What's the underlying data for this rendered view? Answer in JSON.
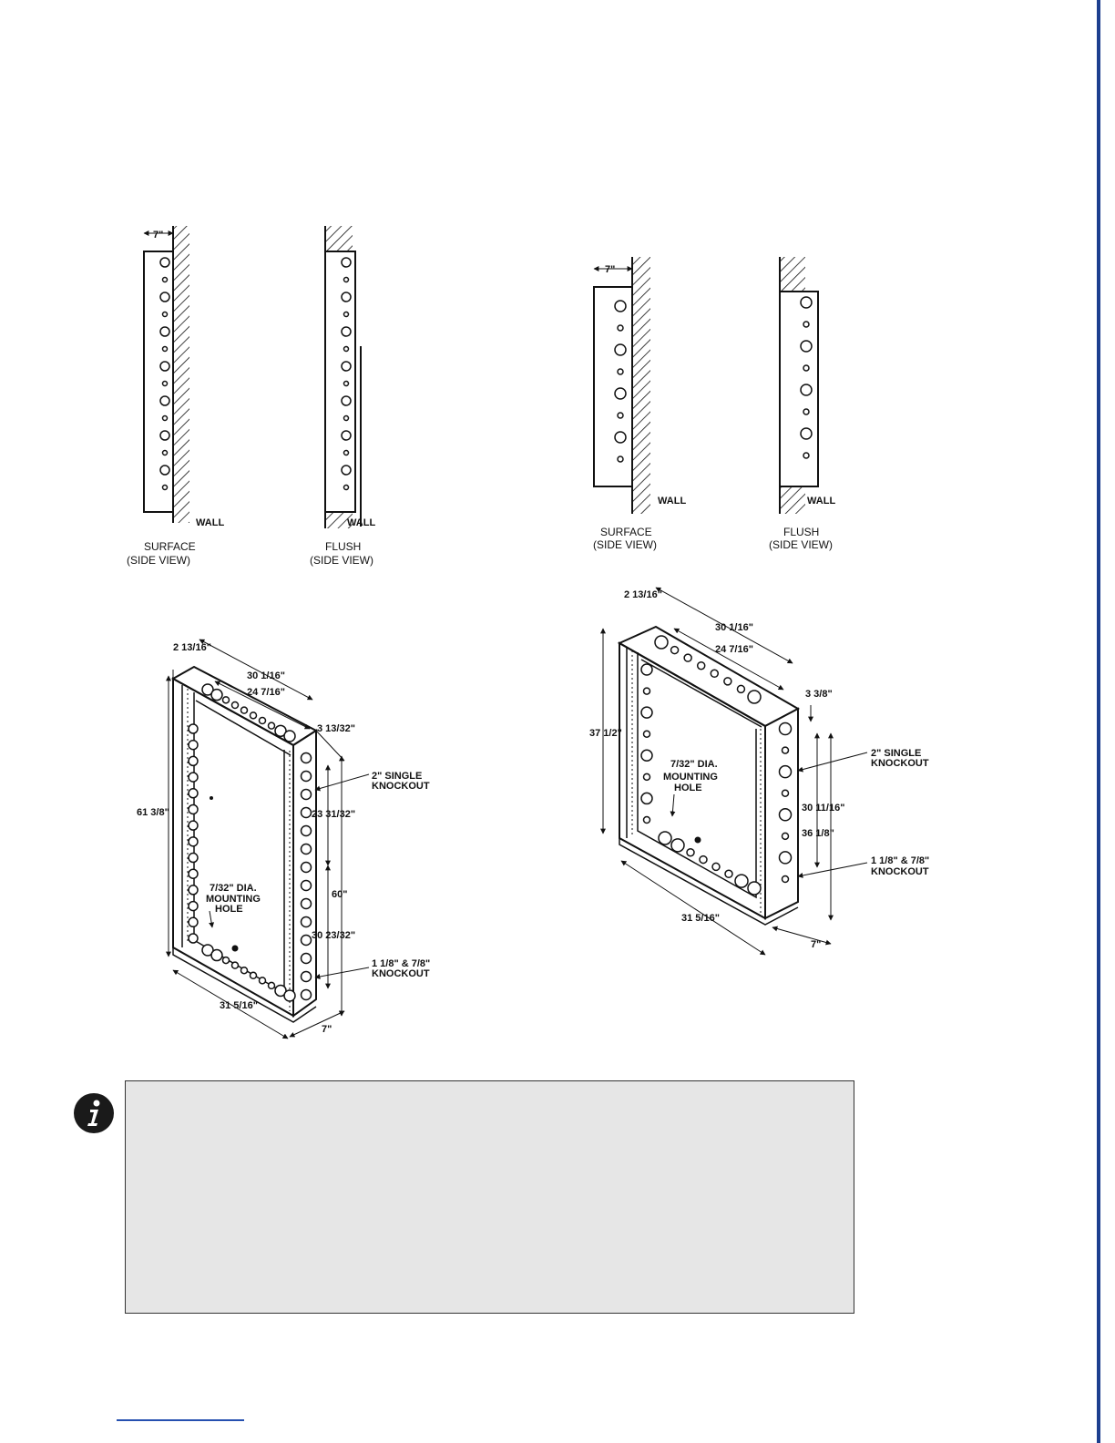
{
  "icons": {
    "note": "info-icon"
  },
  "colors": {
    "accent": "#1d3f8f",
    "note_bg": "#e6e6e6"
  },
  "left_unit": {
    "surface_depth": "7\"",
    "wall_a": "WALL",
    "wall_b": "WALL",
    "surface_cap1": "SURFACE",
    "surface_cap2": "(SIDE VIEW)",
    "flush_cap1": "FLUSH",
    "flush_cap2": "(SIDE VIEW)",
    "dim_2_13_16": "2 13/16\"",
    "dim_30_1_16": "30 1/16\"",
    "dim_24_7_16": "24 7/16\"",
    "dim_3_13_32": "3 13/32\"",
    "dim_61_3_8": "61 3/8\"",
    "dim_23_31_32": "23 31/32\"",
    "dim_60": "60\"",
    "dim_30_23_32": "30 23/32\"",
    "dim_31_5_16": "31 5/16\"",
    "dim_7": "7\"",
    "single_knockout_1": "2\" SINGLE",
    "single_knockout_2": "KNOCKOUT",
    "mount_1": "7/32\" DIA.",
    "mount_2": "MOUNTING",
    "mount_3": "HOLE",
    "ko_1": "1 1/8\" & 7/8\"",
    "ko_2": "KNOCKOUT"
  },
  "right_unit": {
    "surface_depth": "7\"",
    "wall_a": "WALL",
    "wall_b": "WALL",
    "surface_cap1": "SURFACE",
    "surface_cap2": "(SIDE VIEW)",
    "flush_cap1": "FLUSH",
    "flush_cap2": "(SIDE VIEW)",
    "dim_2_13_16": "2 13/16\"",
    "dim_30_1_16": "30 1/16\"",
    "dim_24_7_16": "24 7/16\"",
    "dim_3_3_8": "3 3/8\"",
    "dim_37_1_2": "37 1/2\"",
    "dim_30_11_16": "30 11/16\"",
    "dim_36_1_8": "36 1/8\"",
    "dim_31_5_16": "31 5/16\"",
    "dim_7": "7\"",
    "single_knockout_1": "2\" SINGLE",
    "single_knockout_2": "KNOCKOUT",
    "mount_1": "7/32\" DIA.",
    "mount_2": "MOUNTING",
    "mount_3": "HOLE",
    "ko_1": "1 1/8\" & 7/8\"",
    "ko_2": "KNOCKOUT"
  }
}
